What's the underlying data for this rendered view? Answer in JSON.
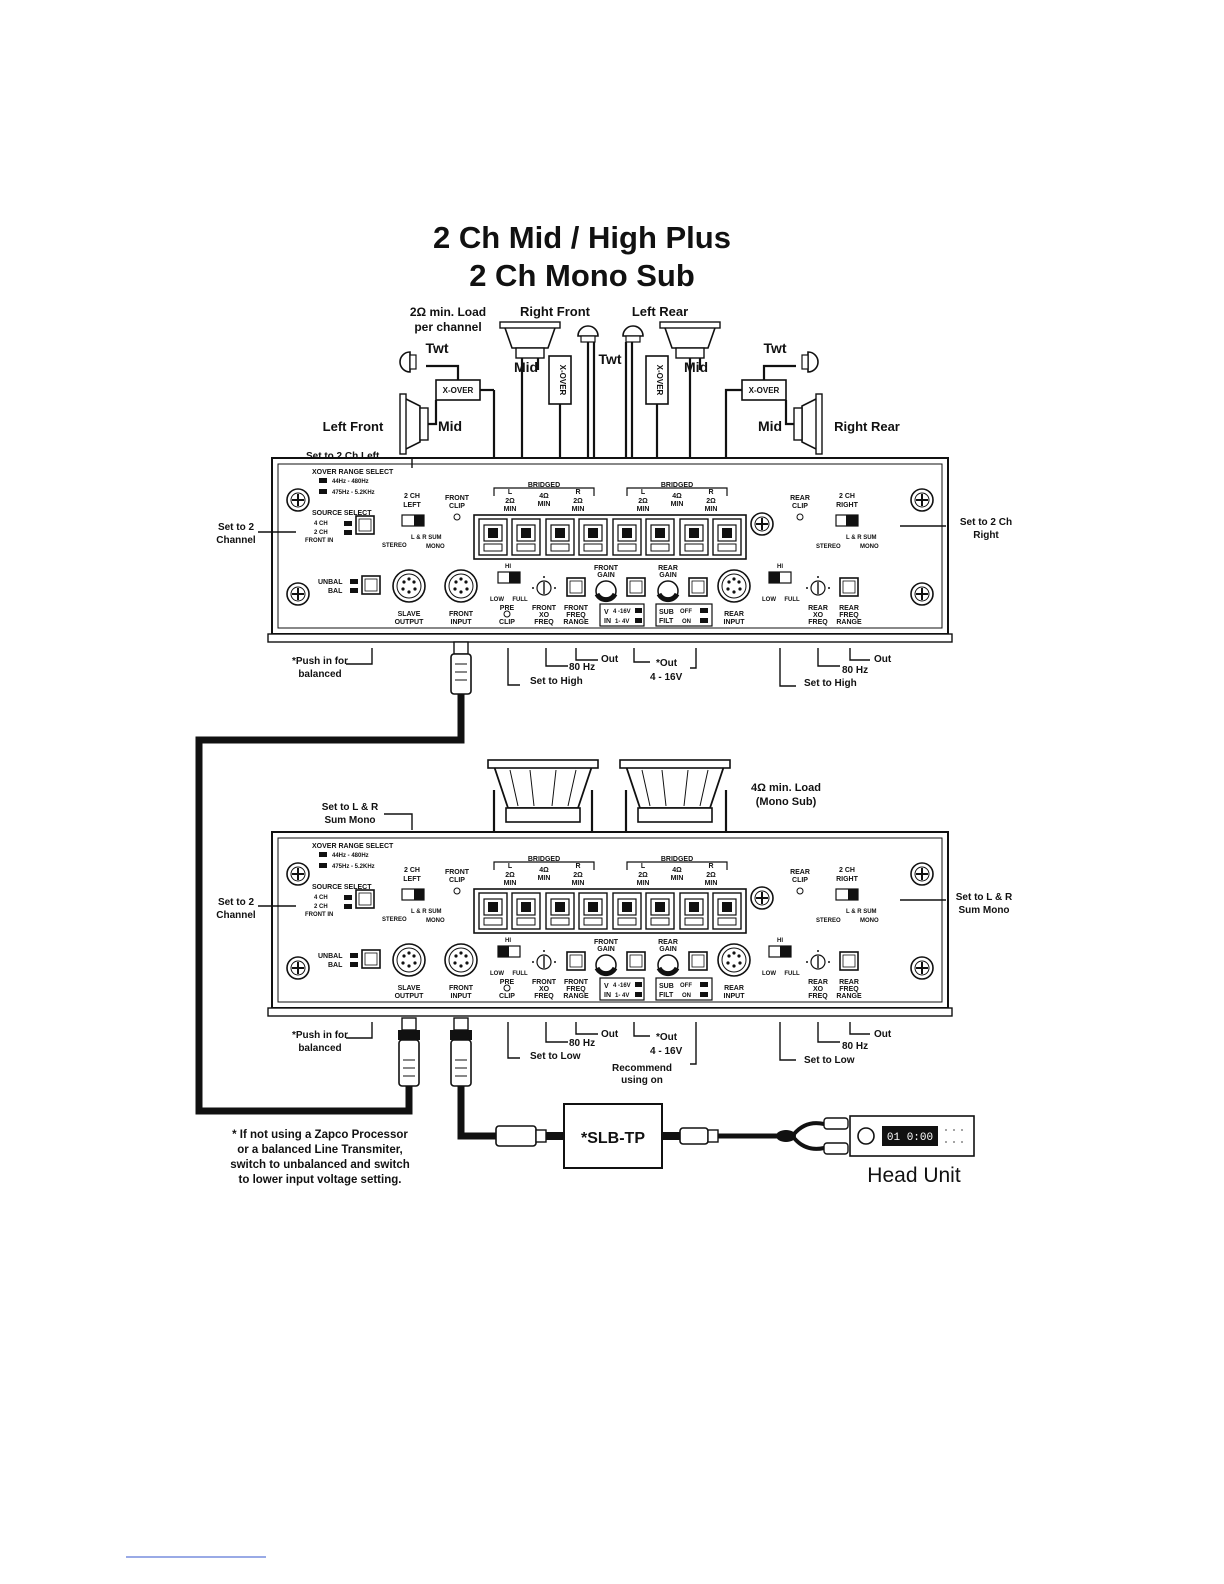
{
  "title": {
    "line1": "2 Ch Mid / High Plus",
    "line2": "2 Ch Mono Sub"
  },
  "top": {
    "load_note": [
      "2Ω min. Load",
      "per channel"
    ],
    "speakers": {
      "right_front": "Right Front",
      "left_rear": "Left Rear",
      "left_front": "Left Front",
      "right_rear": "Right Rear",
      "twt": "Twt",
      "mid": "Mid",
      "xover": "X-OVER"
    },
    "callouts": {
      "set_2ch_left": "Set to 2 Ch Left",
      "set_2_channel": [
        "Set to 2",
        "Channel"
      ],
      "set_2ch_right": [
        "Set to 2 Ch",
        "Right"
      ],
      "push_in": [
        "*Push in for",
        "balanced"
      ],
      "out": "Out",
      "hz80": "80 Hz",
      "set_high": "Set to High",
      "out_star": "*Out",
      "v4_16": "4 - 16V"
    }
  },
  "bottom": {
    "load_note": [
      "4Ω min. Load",
      "(Mono Sub)"
    ],
    "callouts": {
      "set_lr_sum": [
        "Set to L & R",
        "Sum Mono"
      ],
      "set_2_channel": [
        "Set to 2",
        "Channel"
      ],
      "set_lr_sum_right": [
        "Set to L & R",
        "Sum Mono"
      ],
      "push_in": [
        "*Push in for",
        "balanced"
      ],
      "out": "Out",
      "hz80": "80 Hz",
      "set_low": "Set to Low",
      "out_star": "*Out",
      "v4_16": "4 - 16V",
      "recommend": [
        "Recommend",
        "using on"
      ]
    }
  },
  "amp_labels": {
    "xover_range_select": "XOVER RANGE SELECT",
    "range1": "44Hz - 480Hz",
    "range2": "475Hz - 5.2KHz",
    "source_select": "SOURCE SELECT",
    "src_4ch": "4 CH",
    "src_2ch": "2 CH",
    "front_in": "FRONT IN",
    "ch2_left": [
      "2 CH",
      "LEFT"
    ],
    "ch2_right": [
      "2 CH",
      "RIGHT"
    ],
    "stereo": "STEREO",
    "lr_sum": "L & R SUM",
    "mono": "MONO",
    "front_clip": [
      "FRONT",
      "CLIP"
    ],
    "rear_clip": [
      "REAR",
      "CLIP"
    ],
    "bridged": "BRIDGED",
    "L": "L",
    "R": "R",
    "min2": [
      "2Ω",
      "MIN"
    ],
    "min4": [
      "4Ω",
      "MIN"
    ],
    "unbal": "UNBAL",
    "bal": "BAL",
    "slave_output": [
      "SLAVE",
      "OUTPUT"
    ],
    "front_input": [
      "FRONT",
      "INPUT"
    ],
    "rear_input": [
      "REAR",
      "INPUT"
    ],
    "hi": "HI",
    "low": "LOW",
    "full": "FULL",
    "pre_clip": [
      "PRE",
      "CLIP"
    ],
    "front_xo_freq": [
      "FRONT",
      "XO",
      "FREQ"
    ],
    "front_freq_range": [
      "FRONT",
      "FREQ",
      "RANGE"
    ],
    "rear_xo_freq": [
      "REAR",
      "XO",
      "FREQ"
    ],
    "rear_freq_range": [
      "REAR",
      "FREQ",
      "RANGE"
    ],
    "front_gain": [
      "FRONT",
      "GAIN"
    ],
    "rear_gain": [
      "REAR",
      "GAIN"
    ],
    "v_in": [
      "V",
      "IN"
    ],
    "v1": "4 -16V",
    "v2": "1- 4V",
    "sub_filt": [
      "SUB",
      "FILT"
    ],
    "off": "OFF",
    "on": "ON"
  },
  "footnote": [
    "* If not using a Zapco Processor",
    "or a balanced Line Transmiter,",
    "switch to unbalanced and switch",
    "to lower input voltage setting."
  ],
  "slb_tp": "*SLB-TP",
  "head_unit": {
    "label": "Head Unit",
    "display": "01 0:00"
  }
}
